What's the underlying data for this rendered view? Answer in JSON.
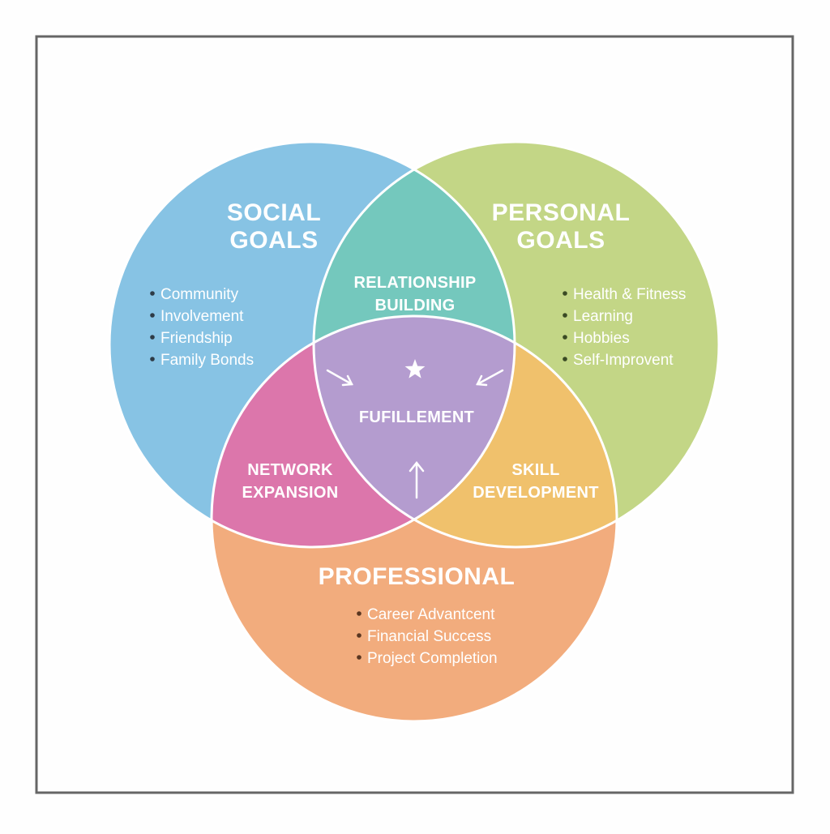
{
  "colors": {
    "frame": "#666666",
    "social": "#87c3e4",
    "personal": "#c3d686",
    "professional": "#f2ac7d",
    "relationship": "#74c8bd",
    "network": "#dc76ab",
    "skill": "#f0c16c",
    "center": "#b49ccf",
    "outline": "#ffffff"
  },
  "diagram": {
    "social": {
      "title_line1": "SOCIAL",
      "title_line2": "GOALS",
      "items": [
        "Community",
        "Involvement",
        "Friendship",
        "Family Bonds"
      ]
    },
    "personal": {
      "title_line1": "PERSONAL",
      "title_line2": "GOALS",
      "items": [
        "Health & Fitness",
        "Learning",
        "Hobbies",
        "Self-Improvent"
      ]
    },
    "professional": {
      "title": "PROFESSIONAL",
      "items": [
        "Career Advantcent",
        "Financial Success",
        "Project Completion"
      ]
    },
    "overlaps": {
      "social_personal": {
        "line1": "RELATIONSHIP",
        "line2": "BUILDING"
      },
      "social_professional": {
        "line1": "NETWORK",
        "line2": "EXPANSION"
      },
      "personal_professional": {
        "line1": "SKILL",
        "line2": "DEVELOPMENT"
      },
      "center": "FUFILLEMENT"
    },
    "icons": [
      "star-icon",
      "arrow-down-right-icon",
      "arrow-down-left-icon",
      "arrow-up-icon"
    ]
  }
}
